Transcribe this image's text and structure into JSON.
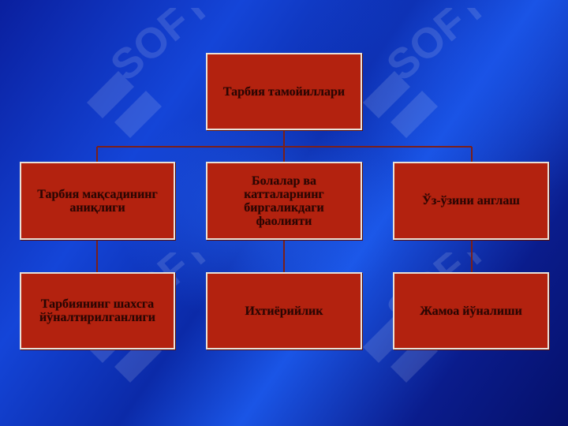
{
  "watermark": {
    "text": "SOFT",
    "icon": "soft-logo-icon"
  },
  "colors": {
    "box_fill": "#b3220f",
    "box_border": "#e8e0d8",
    "connector": "#7a1f1a"
  },
  "diagram": {
    "root": "Тарбия тамойиллари",
    "level1": [
      "Тарбия мақсадининг аниқлиги",
      "Болалар ва катталарнинг биргаликдаги фаолияти",
      "Ўз-ўзини англаш"
    ],
    "level2": [
      "Тарбиянинг шахсга йўналтирилганлиги",
      "Ихтиёрийлик",
      "Жамоа йўналиши"
    ]
  }
}
